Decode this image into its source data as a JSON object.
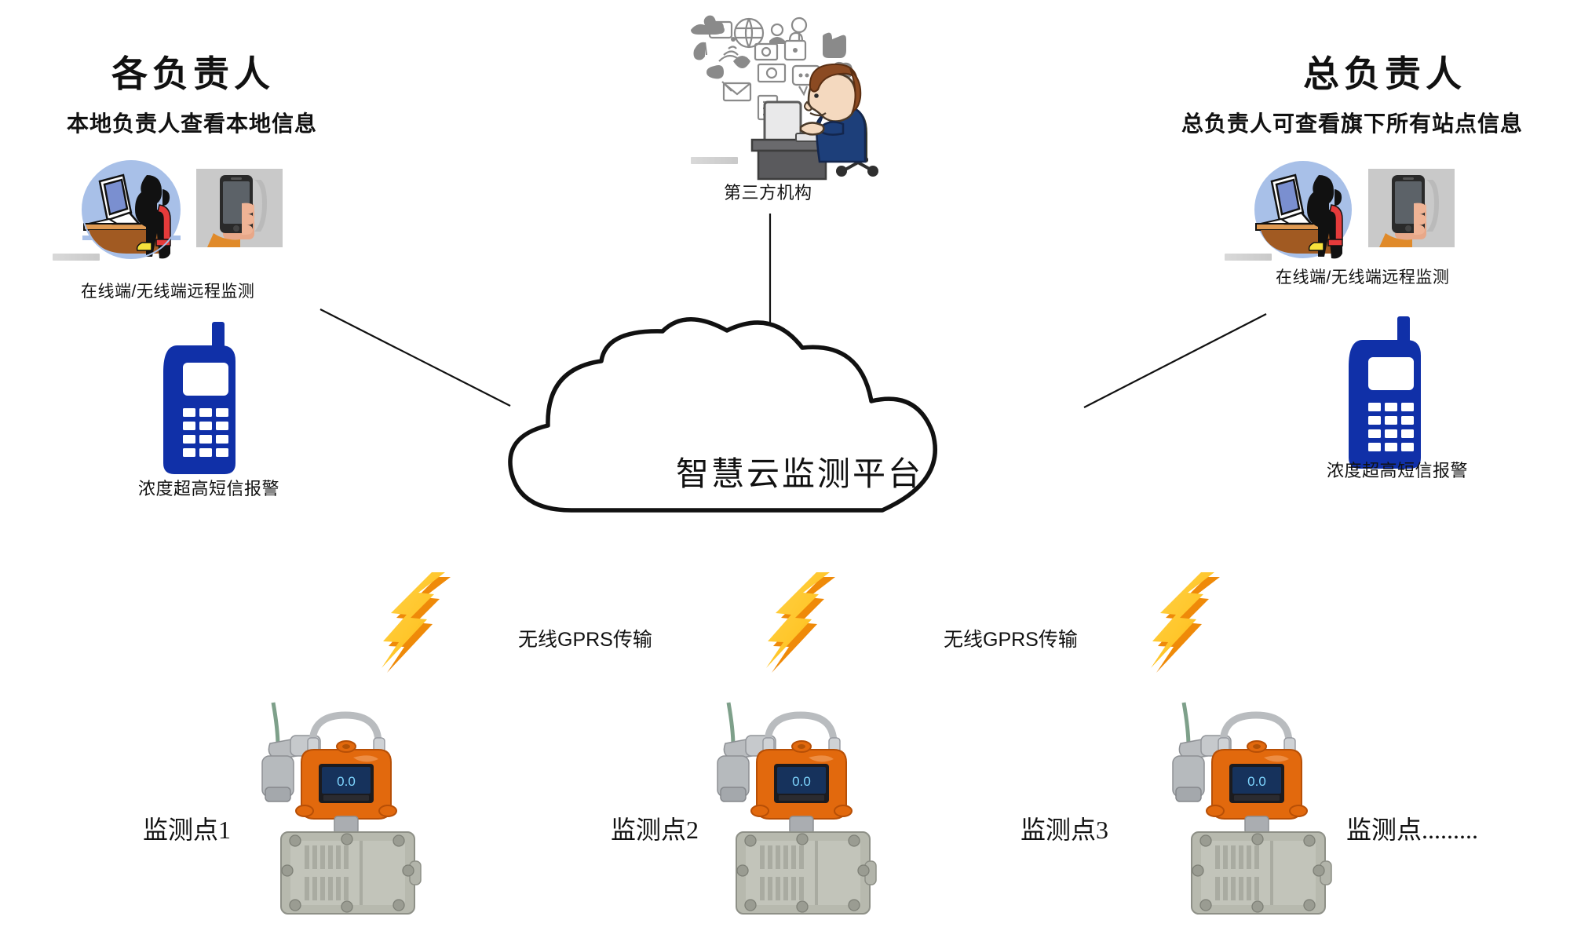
{
  "diagram": {
    "title_left": "各负责人",
    "subtitle_left": "本地负责人查看本地信息",
    "title_right": "总负责人",
    "subtitle_right": "总负责人可查看旗下所有站点信息",
    "center_top_label": "第三方机构",
    "cloud_label": "智慧云监测平台",
    "left_monitor_caption": "在线端/无线端远程监测",
    "right_monitor_caption": "在线端/无线端远程监测",
    "left_sms_caption": "浓度超高短信报警",
    "right_sms_caption": "浓度超高短信报警",
    "transmission_labels": [
      "无线GPRS传输",
      "无线GPRS传输"
    ],
    "monitor_points": [
      {
        "label": "监测点1",
        "display_value": "0.0"
      },
      {
        "label": "监测点2",
        "display_value": "0.0"
      },
      {
        "label": "监测点3",
        "display_value": "0.0"
      },
      {
        "label": "监测点........."
      }
    ],
    "icons": {
      "desk_person": "person-at-computer-icon",
      "hand_phone": "hand-holding-phone-icon",
      "feature_phone": "mobile-phone-sms-icon",
      "lightning": "lightning-bolt-icon",
      "cloud": "cloud-shape",
      "gas_detector": "gas-detector-device"
    },
    "colors": {
      "phone_blue": "#1030a8",
      "lcd_blue": "#16325c",
      "lcd_text": "#7fd6ff",
      "device_orange": "#e2690d",
      "device_gray": "#b7b9ae",
      "bolt_yellow": "#ffd24a",
      "bolt_orange": "#f08a0c",
      "line_black": "#111111",
      "icon_circle_blue": "#a8c0e8",
      "phone_bg_gray": "#c9c9c9"
    }
  }
}
